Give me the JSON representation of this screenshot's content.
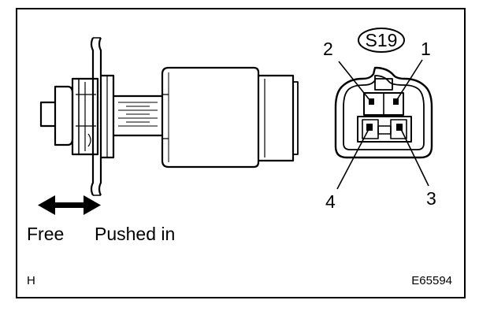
{
  "connector": {
    "id_label": "S19",
    "pins": {
      "p1": "1",
      "p2": "2",
      "p3": "3",
      "p4": "4"
    }
  },
  "motion": {
    "free_label": "Free",
    "pushed_label": "Pushed in"
  },
  "footer": {
    "corner_code": "H",
    "figure_id": "E65594"
  }
}
